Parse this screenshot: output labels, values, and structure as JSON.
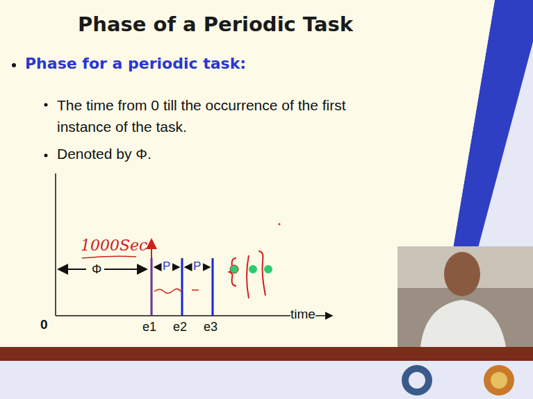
{
  "diagram": {
    "title": "Phase of a Periodic Task",
    "labels": [
      "Phase for a periodic task:",
      "The time from 0 till the occurrence of the first instance of the task.",
      "Denoted by Φ.",
      "Φ",
      "P",
      "P",
      "0",
      "e1",
      "e2",
      "e3",
      "time",
      "1000Sec"
    ]
  }
}
